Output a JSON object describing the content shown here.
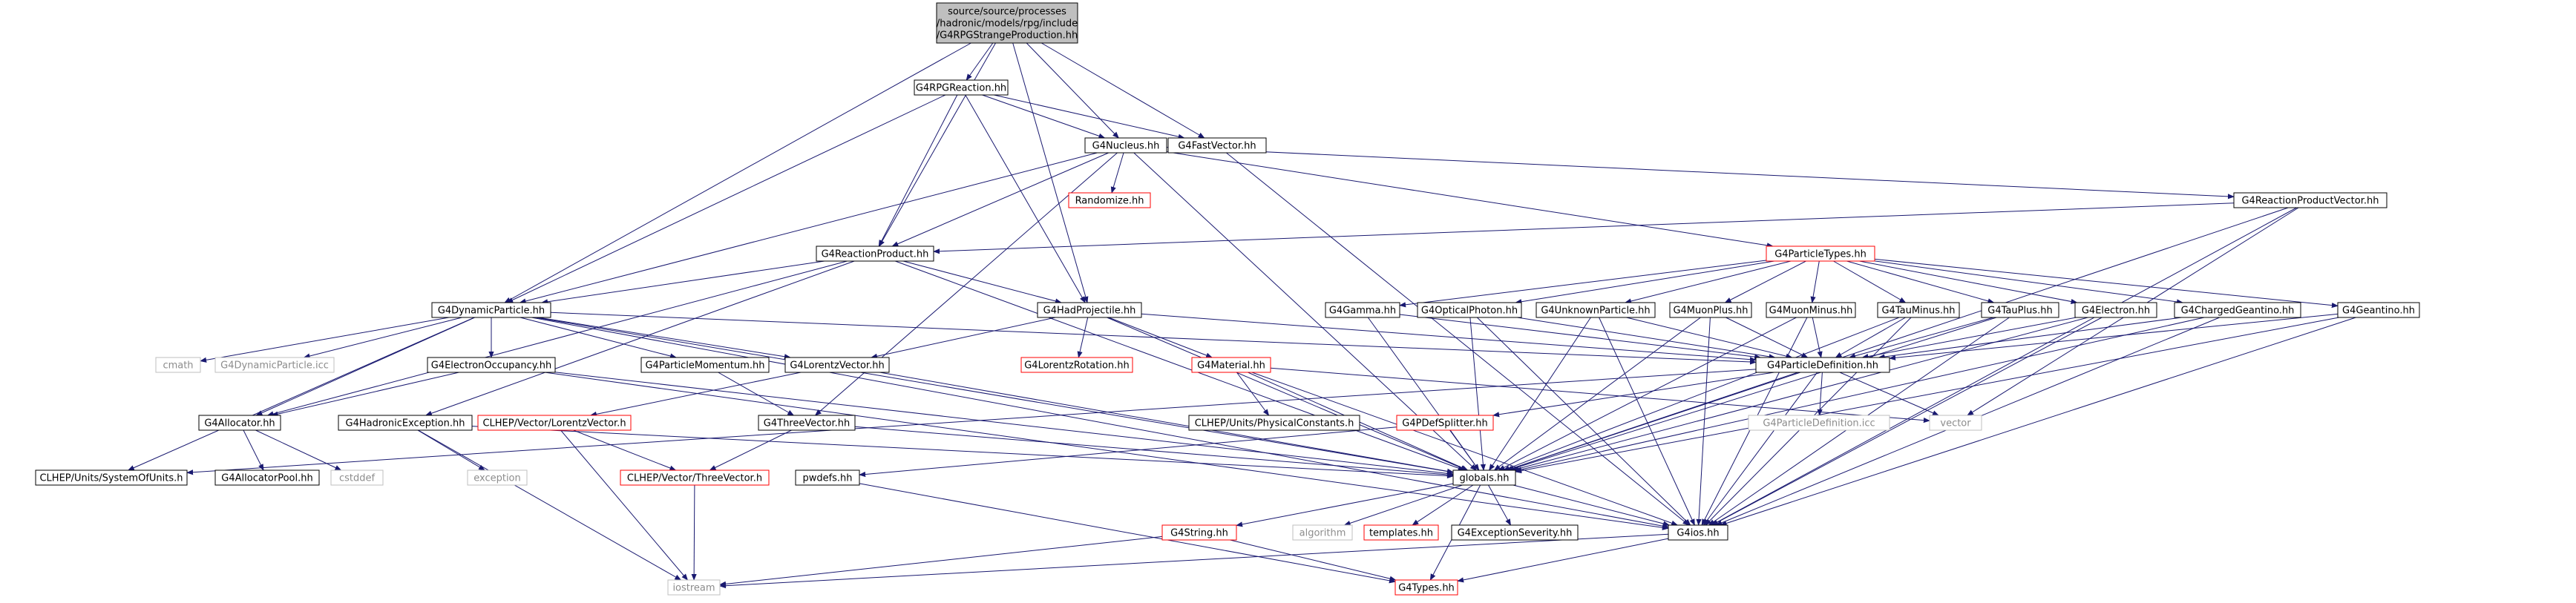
{
  "colors": {
    "node_border": "#000000",
    "missing_border": "#ff0000",
    "system_border": "#bfbfbf",
    "root_fill": "#bfbfbf",
    "edge": "#191970",
    "system_text": "#8c8c8c"
  },
  "nodes": [
    {
      "id": "root",
      "lines": [
        "source/source/processes",
        "/hadronic/models/rpg/include",
        "/G4RPGStrangeProduction.hh"
      ],
      "kind": "root"
    },
    {
      "id": "rpgreaction",
      "lines": [
        "G4RPGReaction.hh"
      ],
      "kind": "normal"
    },
    {
      "id": "nucleus",
      "lines": [
        "G4Nucleus.hh"
      ],
      "kind": "normal"
    },
    {
      "id": "fastvector",
      "lines": [
        "G4FastVector.hh"
      ],
      "kind": "normal"
    },
    {
      "id": "randomize",
      "lines": [
        "Randomize.hh"
      ],
      "kind": "missing"
    },
    {
      "id": "reactionproductvector",
      "lines": [
        "G4ReactionProductVector.hh"
      ],
      "kind": "normal"
    },
    {
      "id": "reactionproduct",
      "lines": [
        "G4ReactionProduct.hh"
      ],
      "kind": "normal"
    },
    {
      "id": "particletypes",
      "lines": [
        "G4ParticleTypes.hh"
      ],
      "kind": "missing"
    },
    {
      "id": "dynamicparticle",
      "lines": [
        "G4DynamicParticle.hh"
      ],
      "kind": "normal"
    },
    {
      "id": "hadprojectile",
      "lines": [
        "G4HadProjectile.hh"
      ],
      "kind": "normal"
    },
    {
      "id": "gamma",
      "lines": [
        "G4Gamma.hh"
      ],
      "kind": "normal"
    },
    {
      "id": "opticalphoton",
      "lines": [
        "G4OpticalPhoton.hh"
      ],
      "kind": "normal"
    },
    {
      "id": "unknownparticle",
      "lines": [
        "G4UnknownParticle.hh"
      ],
      "kind": "normal"
    },
    {
      "id": "muonplus",
      "lines": [
        "G4MuonPlus.hh"
      ],
      "kind": "normal"
    },
    {
      "id": "muonminus",
      "lines": [
        "G4MuonMinus.hh"
      ],
      "kind": "normal"
    },
    {
      "id": "tauminus",
      "lines": [
        "G4TauMinus.hh"
      ],
      "kind": "normal"
    },
    {
      "id": "tauplus",
      "lines": [
        "G4TauPlus.hh"
      ],
      "kind": "normal"
    },
    {
      "id": "electron",
      "lines": [
        "G4Electron.hh"
      ],
      "kind": "normal"
    },
    {
      "id": "chargedgeantino",
      "lines": [
        "G4ChargedGeantino.hh"
      ],
      "kind": "normal"
    },
    {
      "id": "geantino",
      "lines": [
        "G4Geantino.hh"
      ],
      "kind": "normal"
    },
    {
      "id": "cmath",
      "lines": [
        "cmath"
      ],
      "kind": "system"
    },
    {
      "id": "dynamicparticleicc",
      "lines": [
        "G4DynamicParticle.icc"
      ],
      "kind": "system"
    },
    {
      "id": "electronoccupancy",
      "lines": [
        "G4ElectronOccupancy.hh"
      ],
      "kind": "normal"
    },
    {
      "id": "particlemomentum",
      "lines": [
        "G4ParticleMomentum.hh"
      ],
      "kind": "normal"
    },
    {
      "id": "lorentzvector",
      "lines": [
        "G4LorentzVector.hh"
      ],
      "kind": "normal"
    },
    {
      "id": "lorentzrotation",
      "lines": [
        "G4LorentzRotation.hh"
      ],
      "kind": "missing"
    },
    {
      "id": "material",
      "lines": [
        "G4Material.hh"
      ],
      "kind": "missing"
    },
    {
      "id": "particledefinition",
      "lines": [
        "G4ParticleDefinition.hh"
      ],
      "kind": "normal"
    },
    {
      "id": "allocator",
      "lines": [
        "G4Allocator.hh"
      ],
      "kind": "normal"
    },
    {
      "id": "hadronicexception",
      "lines": [
        "G4HadronicException.hh"
      ],
      "kind": "normal"
    },
    {
      "id": "clheplorentzvector",
      "lines": [
        "CLHEP/Vector/LorentzVector.h"
      ],
      "kind": "missing"
    },
    {
      "id": "threevector",
      "lines": [
        "G4ThreeVector.hh"
      ],
      "kind": "normal"
    },
    {
      "id": "physicalconstants",
      "lines": [
        "CLHEP/Units/PhysicalConstants.h"
      ],
      "kind": "normal"
    },
    {
      "id": "pdefsplitter",
      "lines": [
        "G4PDefSplitter.hh"
      ],
      "kind": "missing"
    },
    {
      "id": "particledefinitionicc",
      "lines": [
        "G4ParticleDefinition.icc"
      ],
      "kind": "system"
    },
    {
      "id": "vector",
      "lines": [
        "vector"
      ],
      "kind": "system"
    },
    {
      "id": "systemofunits",
      "lines": [
        "CLHEP/Units/SystemOfUnits.h"
      ],
      "kind": "normal"
    },
    {
      "id": "allocatorpool",
      "lines": [
        "G4AllocatorPool.hh"
      ],
      "kind": "normal"
    },
    {
      "id": "cstddef",
      "lines": [
        "cstddef"
      ],
      "kind": "system"
    },
    {
      "id": "exception",
      "lines": [
        "exception"
      ],
      "kind": "system"
    },
    {
      "id": "clhepthreevector",
      "lines": [
        "CLHEP/Vector/ThreeVector.h"
      ],
      "kind": "missing"
    },
    {
      "id": "pwdefs",
      "lines": [
        "pwdefs.hh"
      ],
      "kind": "normal"
    },
    {
      "id": "globals",
      "lines": [
        "globals.hh"
      ],
      "kind": "normal"
    },
    {
      "id": "g4string",
      "lines": [
        "G4String.hh"
      ],
      "kind": "missing"
    },
    {
      "id": "algorithm",
      "lines": [
        "algorithm"
      ],
      "kind": "system"
    },
    {
      "id": "templates",
      "lines": [
        "templates.hh"
      ],
      "kind": "missing"
    },
    {
      "id": "exceptionseverity",
      "lines": [
        "G4ExceptionSeverity.hh"
      ],
      "kind": "normal"
    },
    {
      "id": "g4ios",
      "lines": [
        "G4ios.hh"
      ],
      "kind": "normal"
    },
    {
      "id": "iostream",
      "lines": [
        "iostream"
      ],
      "kind": "system"
    },
    {
      "id": "g4types",
      "lines": [
        "G4Types.hh"
      ],
      "kind": "missing"
    }
  ]
}
